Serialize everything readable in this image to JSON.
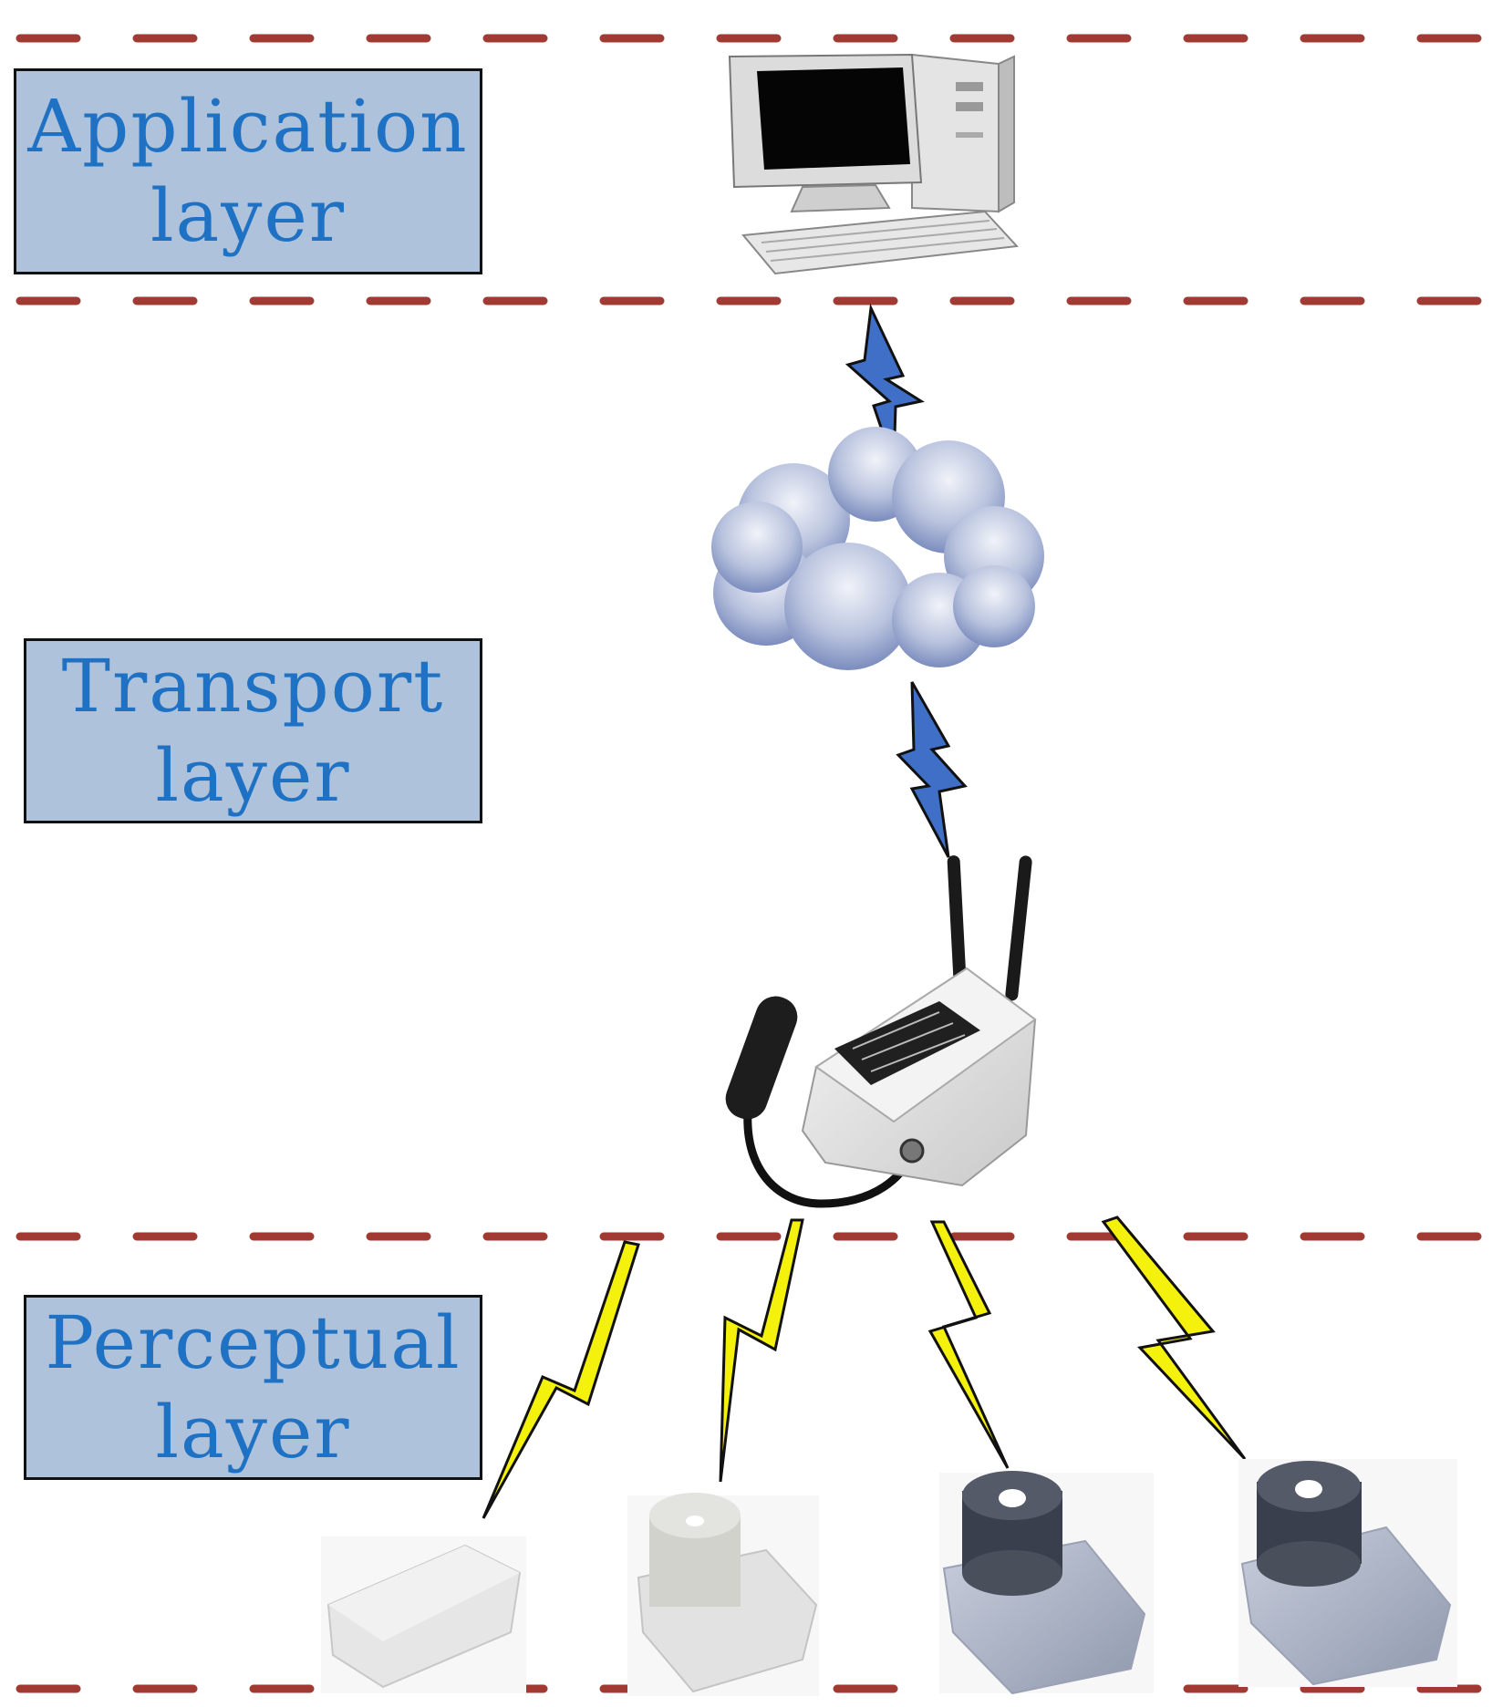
{
  "layers": {
    "application": {
      "line1": "Application",
      "line2": "layer"
    },
    "transport": {
      "line1": "Transport",
      "line2": "layer"
    },
    "perceptual": {
      "line1": "Perceptual",
      "line2": "layer"
    }
  },
  "colors": {
    "divider": "#a23a34",
    "box_fill": "#aec2db",
    "label_text": "#1f72c3",
    "bolt_upper": "#3f6fc6",
    "bolt_lower": "#f4f10c",
    "cloud": "#8a9cc8"
  },
  "icons": [
    "computer-icon",
    "cloud-icon",
    "gateway-router-icon",
    "sensor-node-icon"
  ]
}
